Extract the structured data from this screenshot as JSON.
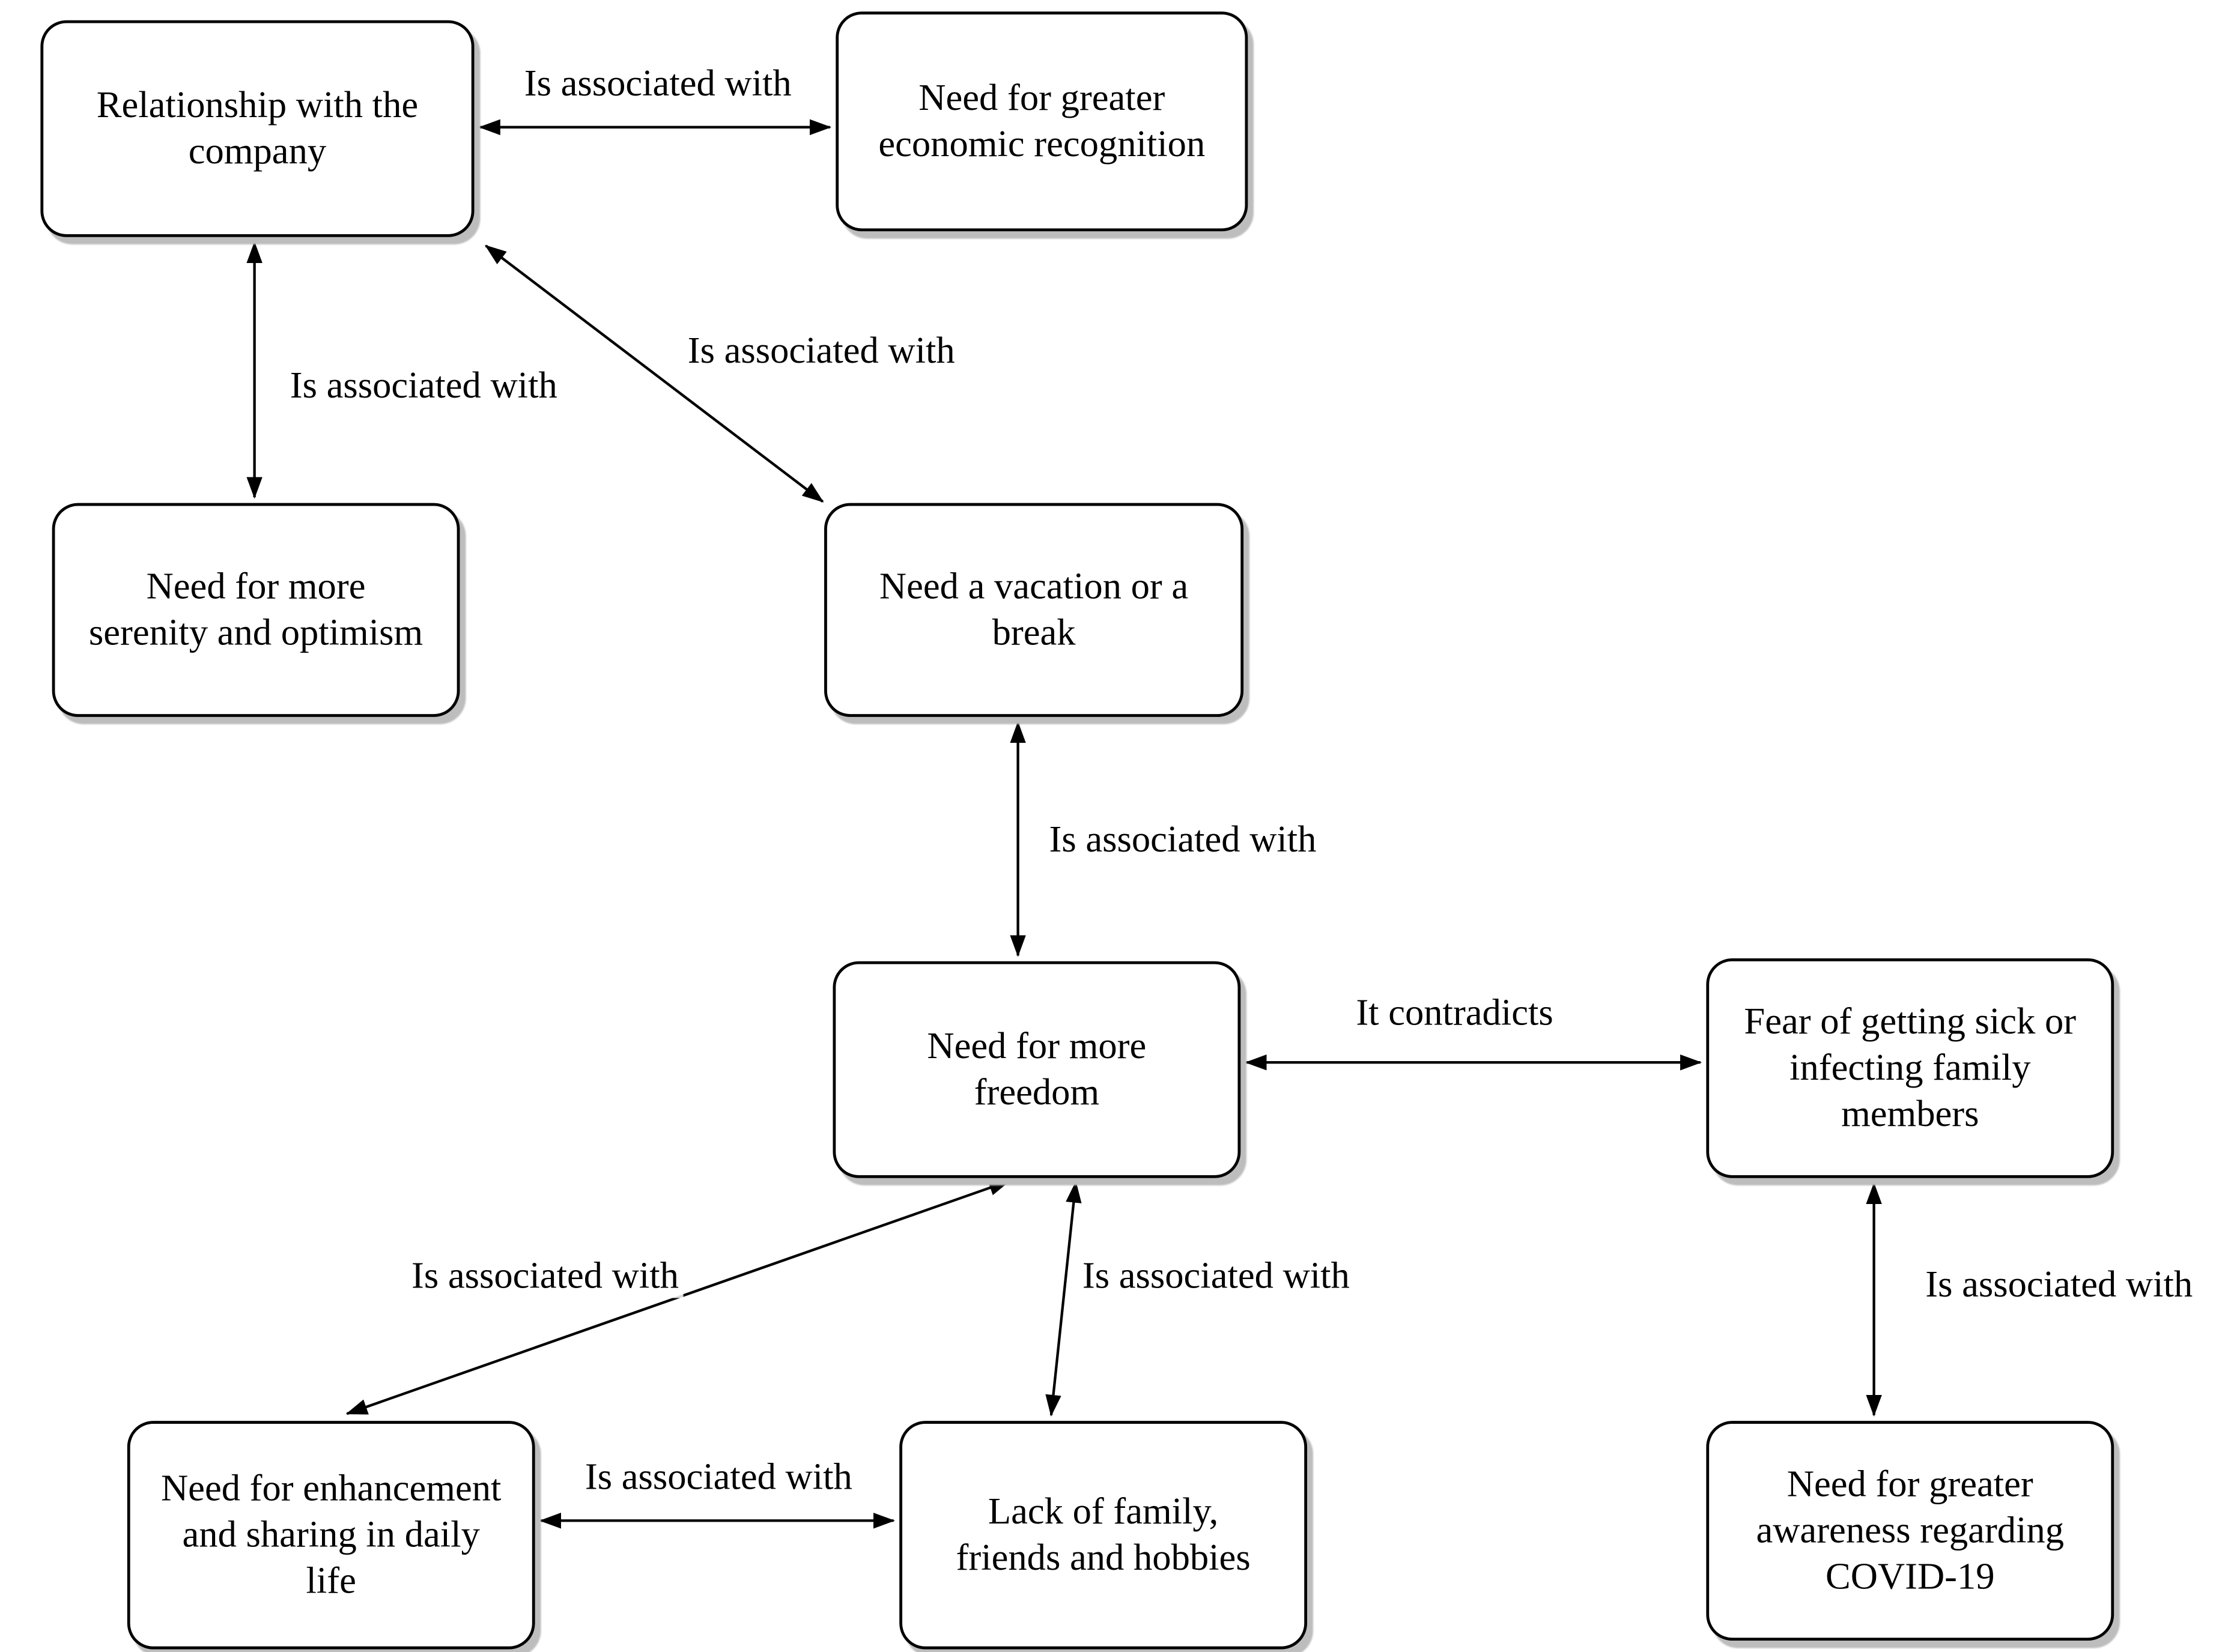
{
  "diagram": {
    "type": "concept-map",
    "background_color": "#ffffff",
    "box_fill": "#ffffff",
    "box_border_color": "#000000",
    "shadow_color": "#bdbdbd",
    "line_color": "#000000",
    "nodes": [
      {
        "id": "relationship-company",
        "label": "Relationship with the company",
        "lines": [
          "Relationship with the",
          "company"
        ]
      },
      {
        "id": "economic-recognition",
        "label": "Need for greater economic recognition",
        "lines": [
          "Need for greater",
          "economic recognition"
        ]
      },
      {
        "id": "serenity-optimism",
        "label": "Need for more serenity and optimism",
        "lines": [
          "Need for more",
          "serenity and optimism"
        ]
      },
      {
        "id": "vacation-break",
        "label": "Need a vacation or a break",
        "lines": [
          "Need a vacation or a",
          "break"
        ]
      },
      {
        "id": "more-freedom",
        "label": "Need for more freedom",
        "lines": [
          "Need for more",
          "freedom"
        ]
      },
      {
        "id": "fear-getting-sick",
        "label": "Fear of getting sick or infecting family members",
        "lines": [
          "Fear of getting sick or",
          "infecting family",
          "members"
        ]
      },
      {
        "id": "covid-awareness",
        "label": "Need for greater awareness regarding COVID-19",
        "lines": [
          "Need for greater",
          "awareness regarding",
          "COVID-19"
        ]
      },
      {
        "id": "enhancement-sharing",
        "label": "Need for enhancement and sharing in daily life",
        "lines": [
          "Need for enhancement",
          "and sharing in daily",
          "life"
        ]
      },
      {
        "id": "lack-family-friends",
        "label": "Lack of family, friends and hobbies",
        "lines": [
          "Lack of family,",
          "friends and hobbies"
        ]
      }
    ],
    "edges": [
      {
        "from": "relationship-company",
        "to": "economic-recognition",
        "label": "Is associated with",
        "arrows": "both"
      },
      {
        "from": "relationship-company",
        "to": "serenity-optimism",
        "label": "Is associated with",
        "arrows": "both"
      },
      {
        "from": "relationship-company",
        "to": "vacation-break",
        "label": "Is associated with",
        "arrows": "both"
      },
      {
        "from": "vacation-break",
        "to": "more-freedom",
        "label": "Is associated with",
        "arrows": "both"
      },
      {
        "from": "more-freedom",
        "to": "fear-getting-sick",
        "label": "It contradicts",
        "arrows": "both"
      },
      {
        "from": "fear-getting-sick",
        "to": "covid-awareness",
        "label": "Is associated with",
        "arrows": "both"
      },
      {
        "from": "more-freedom",
        "to": "enhancement-sharing",
        "label": "Is associated with",
        "arrows": "both"
      },
      {
        "from": "more-freedom",
        "to": "lack-family-friends",
        "label": "Is associated with",
        "arrows": "both"
      },
      {
        "from": "enhancement-sharing",
        "to": "lack-family-friends",
        "label": "Is associated with",
        "arrows": "both"
      }
    ]
  }
}
